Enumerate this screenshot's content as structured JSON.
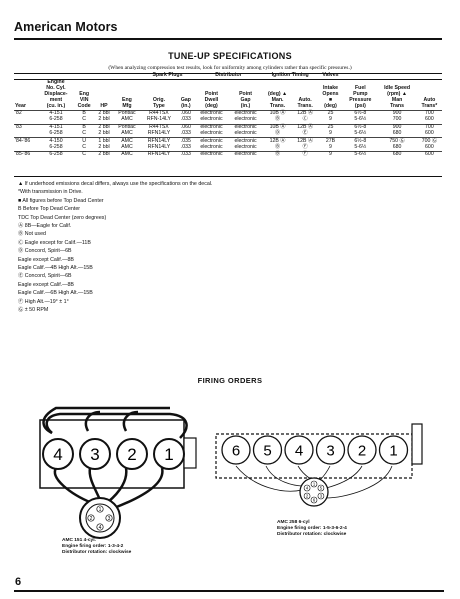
{
  "header": {
    "brand": "American Motors"
  },
  "tuneup": {
    "title": "TUNE-UP SPECIFICATIONS",
    "subtitle": "(When analyzing compression test results, look for uniformity among cylinders rather than specific pressures.)",
    "group_headers": {
      "spark_plugs": "Spark Plugs",
      "distributor": "Distributor",
      "ignition_timing": "Ignition Timing",
      "valves": "Valves"
    },
    "columns": [
      "Year",
      "Engine\nNo. Cyl.\nDisplace-\nment\n(cu. in.)",
      "Eng\nVIN\nCode",
      "HP",
      "Eng\nMfg",
      "Orig.\nType",
      "Gap\n(in.)",
      "Point\nDwell\n(deg)",
      "Point\nGap\n(in.)",
      "(deg) ▲\nMan.\nTrans.",
      "Auto.\nTrans.",
      "Intake\nOpens\n■\n(deg)",
      "Fuel\nPump\nPressure\n(psi)",
      "Idle Speed\n(rpm) ▲\nMan\nTrans",
      "Auto\nTrans*"
    ],
    "rows": [
      [
        "'82",
        "4-151",
        "B",
        "2 bbl",
        "Pontiac",
        "R44TSX",
        ".060",
        "electronic",
        "electronic",
        "10B Ⓐ",
        "12B Ⓐ",
        "25",
        "6½-8",
        "900",
        "700"
      ],
      [
        "",
        "6-258",
        "C",
        "2 bbl",
        "AMC",
        "RFN-14LY",
        ".033",
        "electronic",
        "electronic",
        "Ⓑ",
        "Ⓒ",
        "9",
        "5-6½",
        "700",
        "600"
      ],
      [
        "'83",
        "4-151",
        "B",
        "2 bbl",
        "Pontiac",
        "R44TSX",
        ".060",
        "electronic",
        "electronic",
        "10B Ⓐ",
        "12B Ⓐ",
        "25",
        "6½-8",
        "900",
        "700"
      ],
      [
        "",
        "6-258",
        "C",
        "2 bbl",
        "AMC",
        "RFN14LY",
        ".033",
        "electronic",
        "electronic",
        "Ⓓ",
        "Ⓔ",
        "9",
        "5-6½",
        "680",
        "600"
      ],
      [
        "'84-'86",
        "4-150",
        "U",
        "1 bbl",
        "AMC",
        "RFN14LY",
        ".035",
        "electronic",
        "electronic",
        "12B Ⓐ",
        "12B Ⓐ",
        "27B",
        "6½-8",
        "750 Ⓖ",
        "700 Ⓖ"
      ],
      [
        "",
        "6-258",
        "C",
        "2 bbl",
        "AMC",
        "RFN14LY",
        ".033",
        "electronic",
        "electronic",
        "Ⓑ",
        "Ⓕ",
        "9",
        "5-6½",
        "680",
        "600"
      ],
      [
        "'85-'86",
        "6-258",
        "C",
        "2 bbl",
        "AMC",
        "RFN14LY",
        ".033",
        "electronic",
        "electronic",
        "Ⓑ",
        "Ⓕ",
        "9",
        "5-6½",
        "680",
        "600"
      ]
    ],
    "notes": [
      "▲ If underhood emissions decal differs, always use the specifications on the decal.",
      "*With transmission in Drive.",
      "■ All figures before Top Dead Center",
      "B Before Top Dead Center",
      "TDC Top Dead Center (zero degrees)",
      "Ⓐ 8B—Eagle for Calif.",
      "Ⓑ Not used",
      "Ⓒ Eagle except for Calif.—11B",
      "Ⓓ Concord, Spirit—6B",
      "   Eagle except Calif.—8B",
      "   Eagle Calif.—4B High Alt.—15B",
      "Ⓔ Concord, Spirit—6B",
      "   Eagle except Calif.—8B",
      "   Eagle Calif.—6B High Alt.—15B",
      "Ⓕ High Alt.—19° ± 1°",
      "Ⓖ ± 50 RPM"
    ]
  },
  "firing_orders": {
    "title": "FIRING ORDERS",
    "four_cyl": {
      "cylinders": [
        "4",
        "3",
        "2",
        "1"
      ],
      "rotor_numbers": [
        "1",
        "3",
        "4",
        "2"
      ],
      "caption": [
        "AMC 151 4-cyl.",
        "Engine firing order: 1-3-4-2",
        "Distributor rotation: clockwise"
      ]
    },
    "six_cyl": {
      "cylinders": [
        "6",
        "5",
        "4",
        "3",
        "2",
        "1"
      ],
      "rotor_numbers": [
        "1",
        "5",
        "3",
        "6",
        "2",
        "4"
      ],
      "caption": [
        "AMC 258 6-cyl",
        "Engine firing order: 1-5-3-6-2-4",
        "Distributor rotation: clockwise"
      ]
    }
  },
  "footer": {
    "page_number": "6"
  }
}
